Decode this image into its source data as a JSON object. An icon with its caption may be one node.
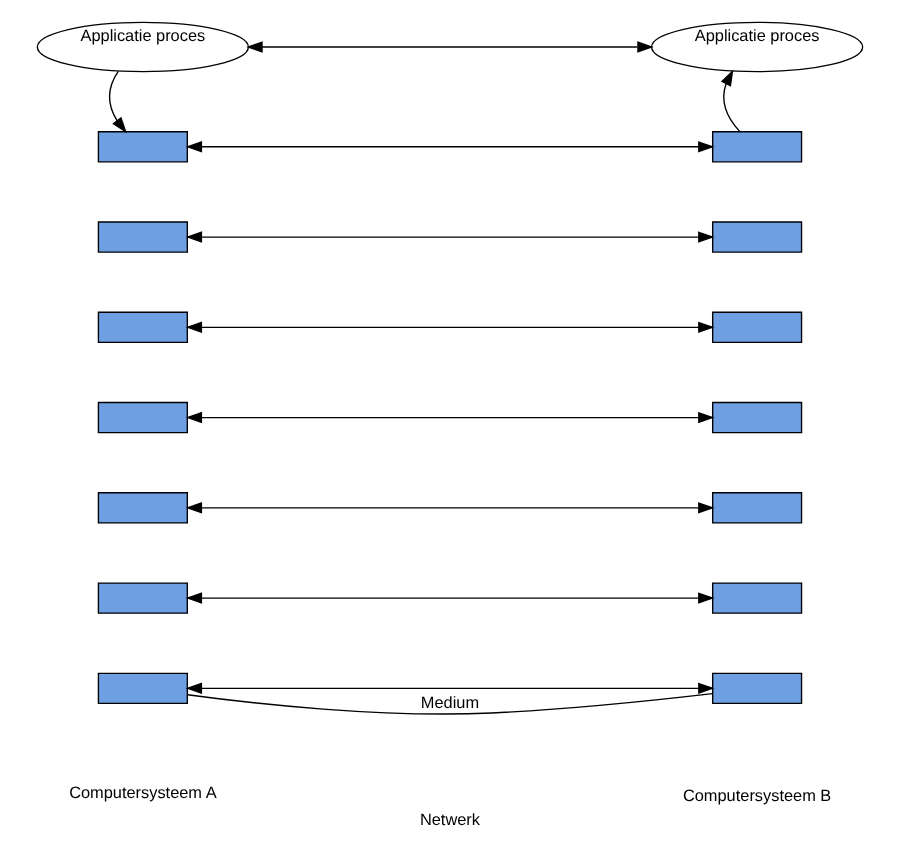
{
  "diagram": {
    "nodes": [
      {
        "text": [
          "Applicatie proces"
        ]
      },
      {
        "text": [
          "Applicatie proces"
        ]
      },
      {
        "text": [],
        "shape": "box"
      },
      {
        "text": [],
        "shape": "box"
      },
      {
        "text": [],
        "shape": "box"
      },
      {
        "text": [],
        "shape": "box"
      },
      {
        "text": [],
        "shape": "box"
      },
      {
        "text": [],
        "shape": "box"
      },
      {
        "text": [],
        "shape": "box"
      },
      {
        "text": [],
        "shape": "box"
      },
      {
        "text": [],
        "shape": "box"
      },
      {
        "text": [],
        "shape": "box"
      },
      {
        "text": [],
        "shape": "box"
      },
      {
        "text": [],
        "shape": "box"
      },
      {
        "text": [],
        "shape": "box"
      },
      {
        "text": [],
        "shape": "box"
      }
    ],
    "edges": [
      {
        "from": 0,
        "to": 1,
        "arrow": "both"
      },
      {
        "from": 0,
        "to": 2,
        "arrow": "to"
      },
      {
        "from": 9,
        "to": 1,
        "arrow": "to"
      },
      {
        "from": 2,
        "to": 9,
        "arrow": "both"
      },
      {
        "from": 3,
        "to": 10,
        "arrow": "both"
      },
      {
        "from": 4,
        "to": 11,
        "arrow": "both"
      },
      {
        "from": 5,
        "to": 12,
        "arrow": "both"
      },
      {
        "from": 6,
        "to": 13,
        "arrow": "both"
      },
      {
        "from": 7,
        "to": 14,
        "arrow": "both"
      },
      {
        "from": 8,
        "to": 15,
        "arrow": "both"
      },
      {
        "from": 8,
        "to": 15,
        "label": "Medium",
        "arrow": "none"
      }
    ],
    "labels": [
      "Computersysteem A",
      "Netwerk",
      "Computersysteem B"
    ]
  }
}
